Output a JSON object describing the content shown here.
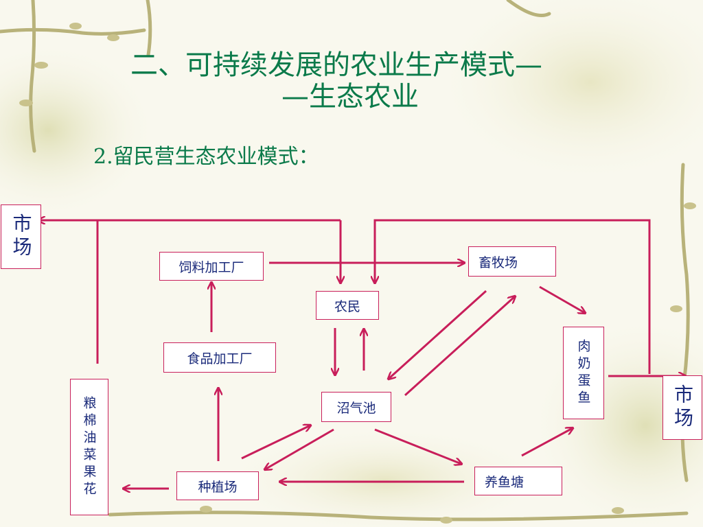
{
  "title": {
    "line1": "二、可持续发展的农业生产模式—",
    "line2": "—生态农业"
  },
  "subtitle": "2.留民营生态农业模式：",
  "nodes": {
    "market_left": "市场",
    "market_right": "市场",
    "feed_factory": "饲料加工厂",
    "livestock_farm": "畜牧场",
    "farmers": "农民",
    "food_factory": "食品加工厂",
    "meat_products": "肉奶蛋鱼",
    "biogas_pit": "沼气池",
    "crops": "粮棉油菜果花",
    "plantation": "种植场",
    "fish_pond": "养鱼塘"
  },
  "colors": {
    "accent": "#c81e5a",
    "title": "#0b7a4a",
    "node_text": "#1a2a7a"
  }
}
